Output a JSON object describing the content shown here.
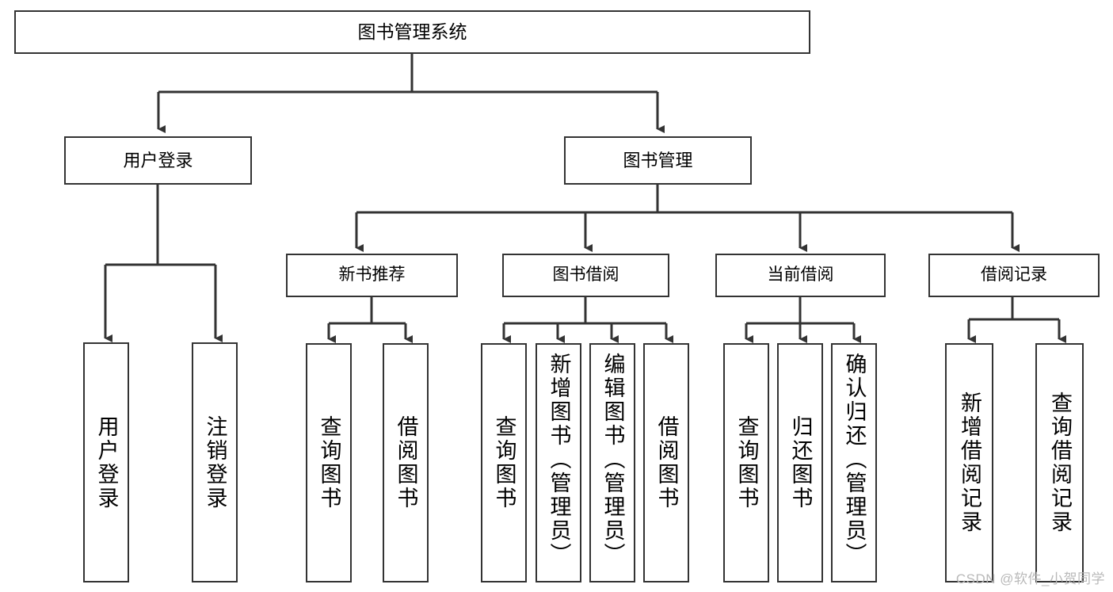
{
  "diagram": {
    "title": "图书管理系统",
    "type": "tree-hierarchy-chart",
    "colors": {
      "box_border": "#333333",
      "box_fill": "#ffffff",
      "edge": "#333333",
      "text": "#000000",
      "watermark": "#b9b9b9"
    },
    "root": {
      "label": "图书管理系统"
    },
    "level2": [
      {
        "label": "用户登录"
      },
      {
        "label": "图书管理"
      }
    ],
    "level3": [
      {
        "label": "新书推荐"
      },
      {
        "label": "图书借阅"
      },
      {
        "label": "当前借阅"
      },
      {
        "label": "借阅记录"
      }
    ],
    "leaves": {
      "user_login": [
        {
          "label": "用户登录"
        },
        {
          "label": "注销登录"
        }
      ],
      "new_book_recommend": [
        {
          "label": "查询图书"
        },
        {
          "label": "借阅图书"
        }
      ],
      "book_borrow": [
        {
          "label": "查询图书"
        },
        {
          "label": "新增图书（管理员）"
        },
        {
          "label": "编辑图书（管理员）"
        },
        {
          "label": "借阅图书"
        }
      ],
      "current_borrow": [
        {
          "label": "查询图书"
        },
        {
          "label": "归还图书"
        },
        {
          "label": "确认归还（管理员）"
        }
      ],
      "borrow_record": [
        {
          "label": "新增借阅记录"
        },
        {
          "label": "查询借阅记录"
        }
      ]
    }
  },
  "watermark": {
    "text": "CSDN @软件_小贺同学"
  }
}
